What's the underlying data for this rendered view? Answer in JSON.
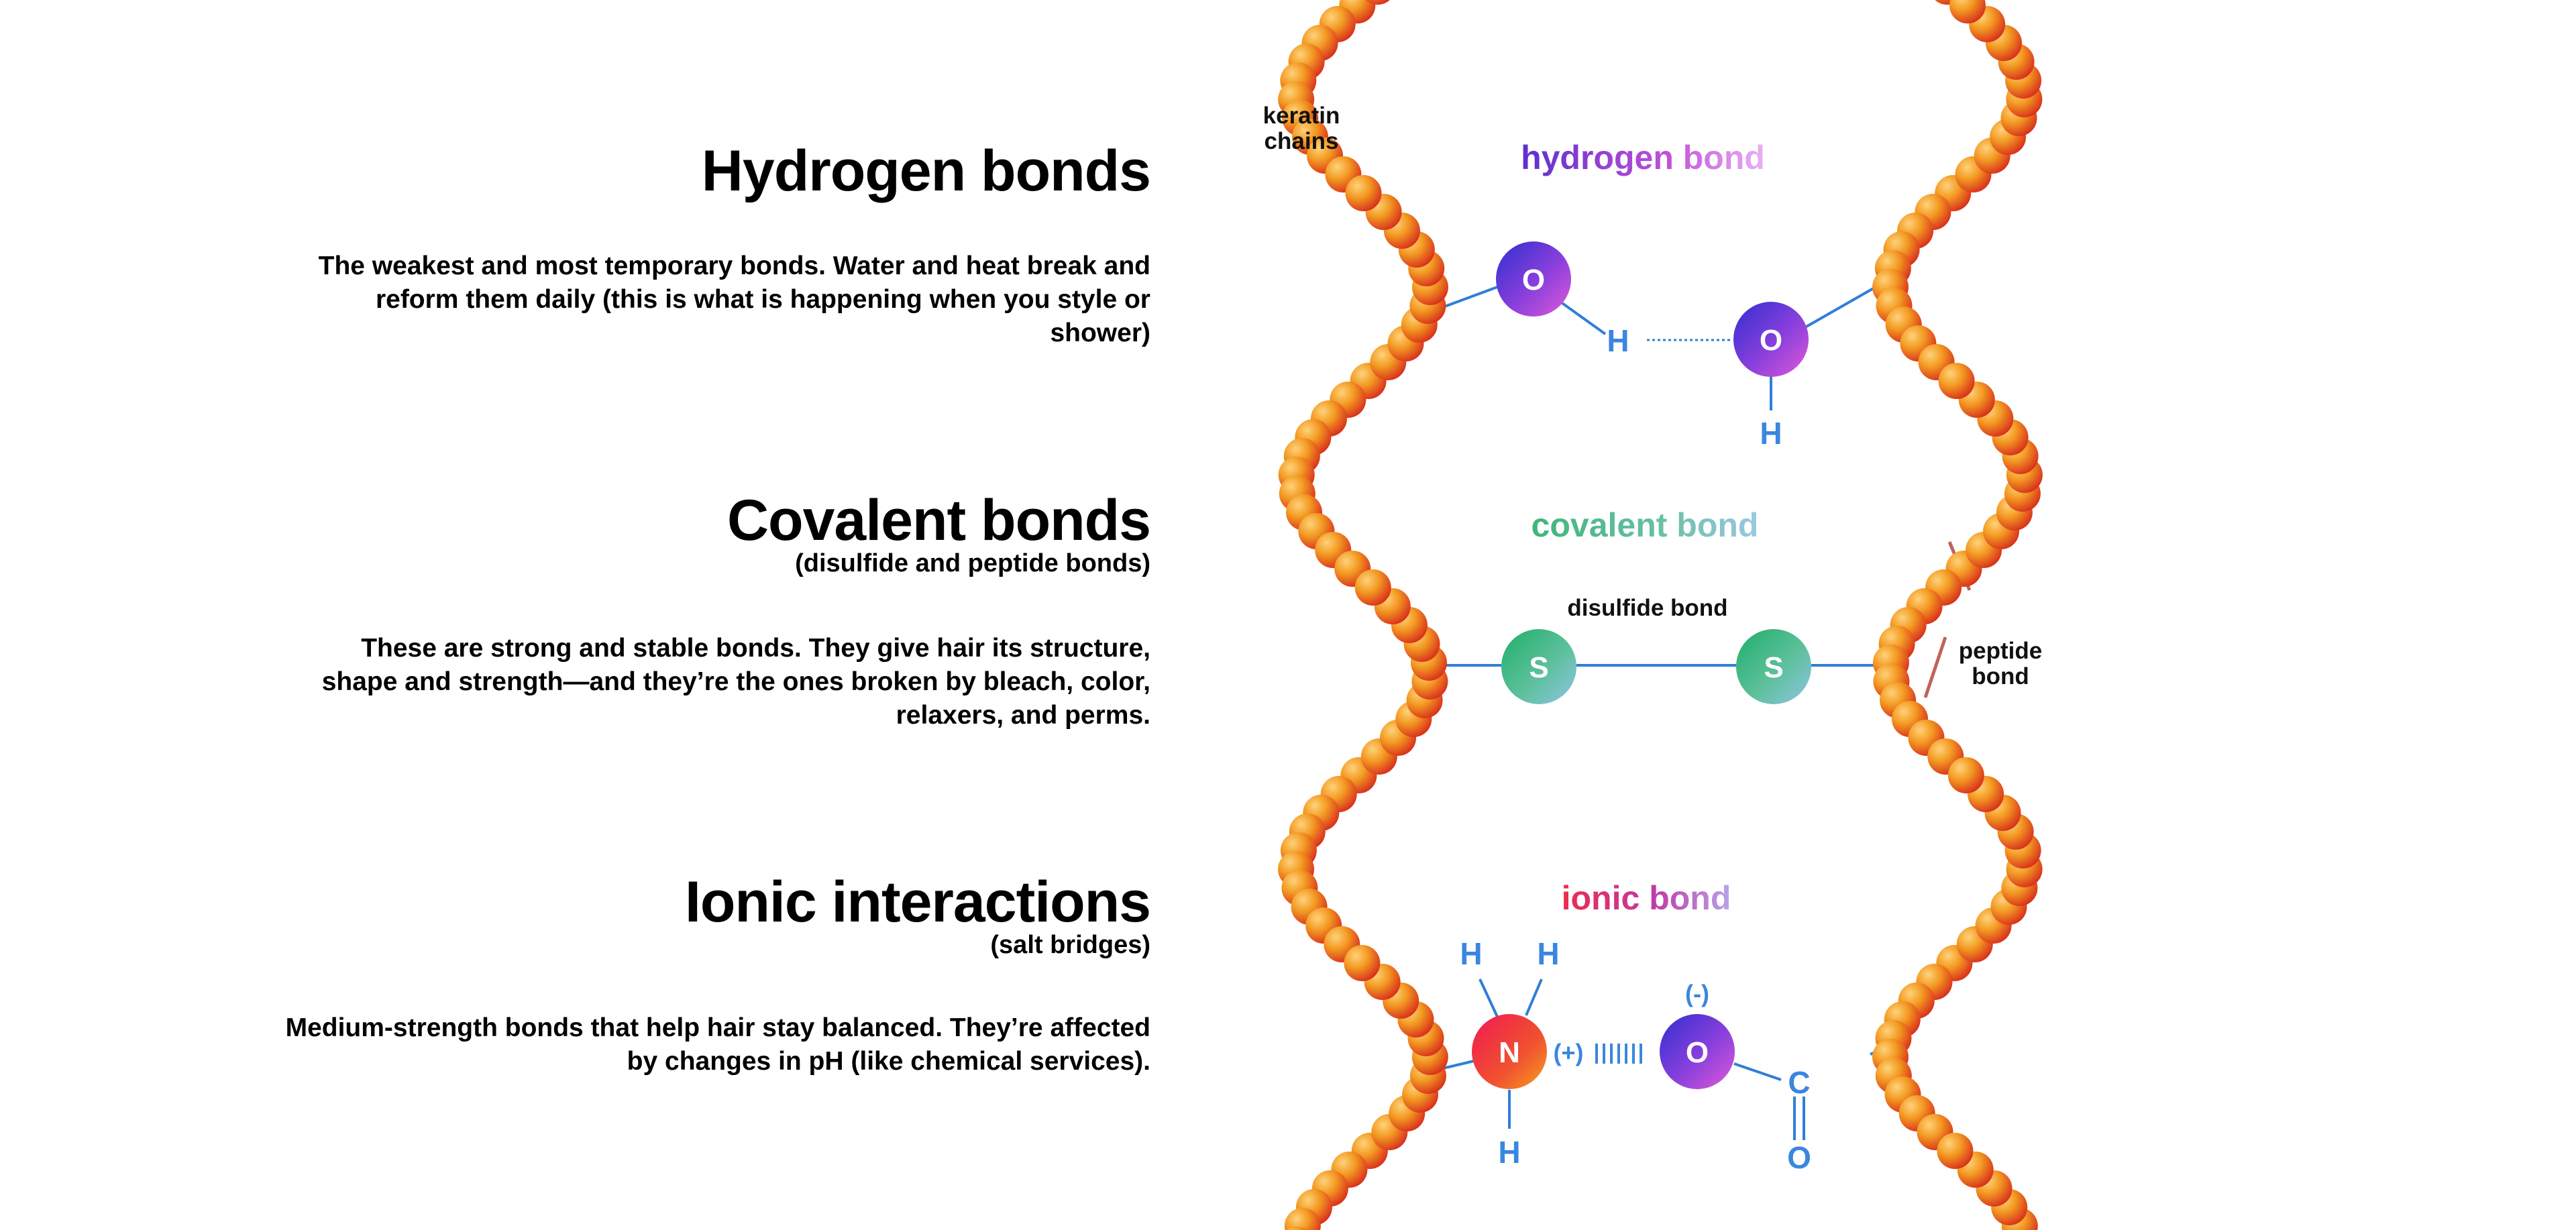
{
  "sections": {
    "hydrogen": {
      "title": "Hydrogen bonds",
      "description": "The weakest and most temporary bonds. Water and heat break and reform them daily (this is what is happening when you style or shower)"
    },
    "covalent": {
      "title": "Covalent bonds",
      "subtitle": "(disulfide and peptide bonds)",
      "description": "These are strong and stable bonds. They give hair its structure, shape and strength—and they’re the ones broken by bleach, color, relaxers, and perms."
    },
    "ionic": {
      "title": "Ionic interactions",
      "subtitle": "(salt bridges)",
      "description": "Medium-strength bonds that help hair stay balanced. They’re affected by changes in pH (like chemical services)."
    }
  },
  "diagram": {
    "chain_label_line1": "keratin",
    "chain_label_line2": "chains",
    "hydrogen_bond_label": "hydrogen bond",
    "covalent_bond_label": "covalent bond",
    "disulfide_label": "disulfide bond",
    "peptide_label_line1": "peptide",
    "peptide_label_line2": "bond",
    "ionic_bond_label": "ionic bond",
    "atoms": {
      "oxygen": "O",
      "hydrogen": "H",
      "sulfur": "S",
      "nitrogen": "N",
      "carbon": "C"
    },
    "positive_charge": "(+)",
    "negative_charge": "(-)",
    "colors": {
      "bond_line": "#2f7fd6",
      "atom_text": "#3a86e0",
      "chain_orange": "#f39a22",
      "chain_red": "#d8301c",
      "hydrogen_gradient": [
        "#5b2fd0",
        "#c04fd8",
        "#e8a6f2"
      ],
      "covalent_gradient": [
        "#3fb57a",
        "#6cc0a0",
        "#8fc4e0"
      ],
      "ionic_gradient": [
        "#ee2a4a",
        "#c03aa8",
        "#b49be6"
      ]
    }
  }
}
